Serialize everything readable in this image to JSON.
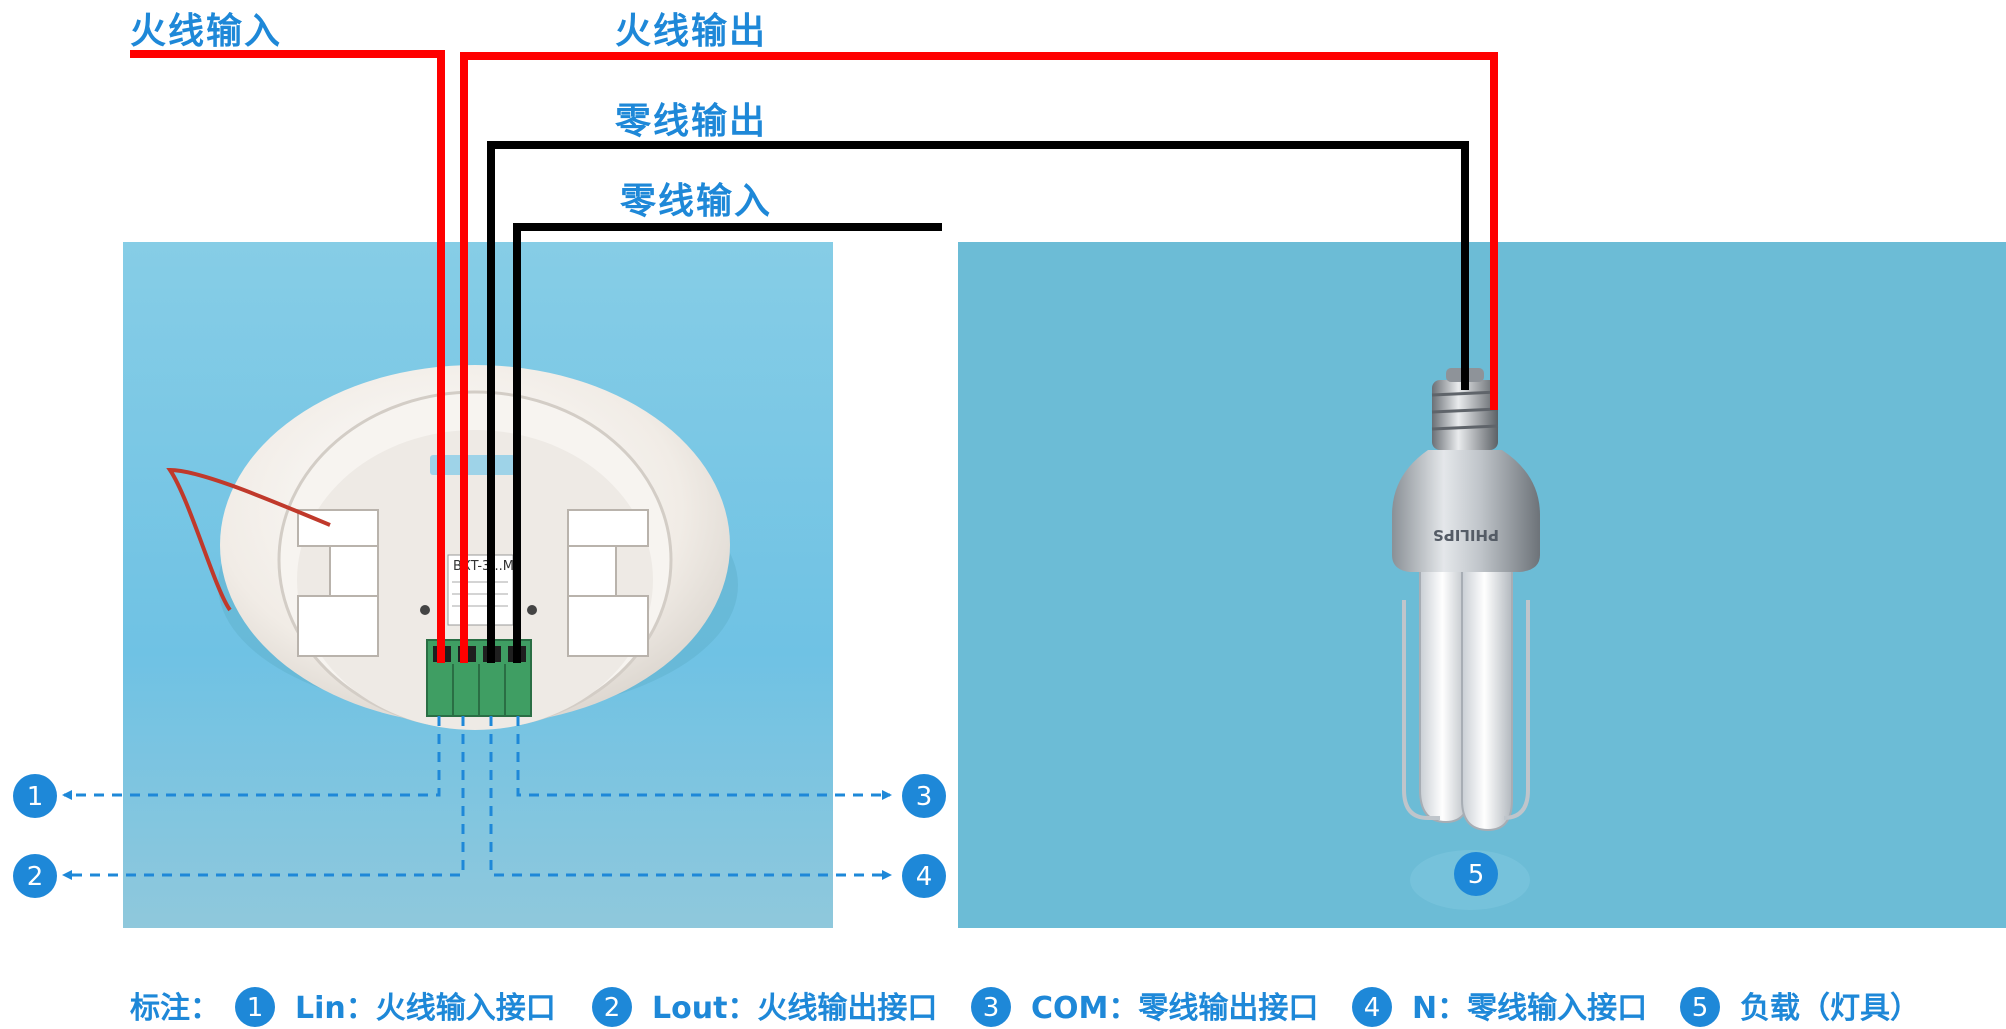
{
  "wire_labels": {
    "live_in": "火线输入",
    "live_out": "火线输出",
    "neutral_out": "零线输出",
    "neutral_in": "零线输入"
  },
  "badges": {
    "b1": "1",
    "b2": "2",
    "b3": "3",
    "b4": "4",
    "b5": "5"
  },
  "sensor": {
    "model": "BXT-3...M"
  },
  "bulb": {
    "brand": "PHILIPS"
  },
  "legend": {
    "prefix": "标注：",
    "items": [
      {
        "num": "1",
        "text": "Lin：火线输入接口"
      },
      {
        "num": "2",
        "text": "Lout：火线输出接口"
      },
      {
        "num": "3",
        "text": "COM：零线输出接口"
      },
      {
        "num": "4",
        "text": "N：零线输入接口"
      },
      {
        "num": "5",
        "text": "负载（灯具）"
      }
    ]
  },
  "colors": {
    "live_wire": "#ff0000",
    "neutral_wire": "#000000",
    "accent_blue": "#1e88d8",
    "panel_left": "#7fc6e0",
    "panel_right": "#6cbcd6",
    "terminal_green": "#3f9e63"
  }
}
